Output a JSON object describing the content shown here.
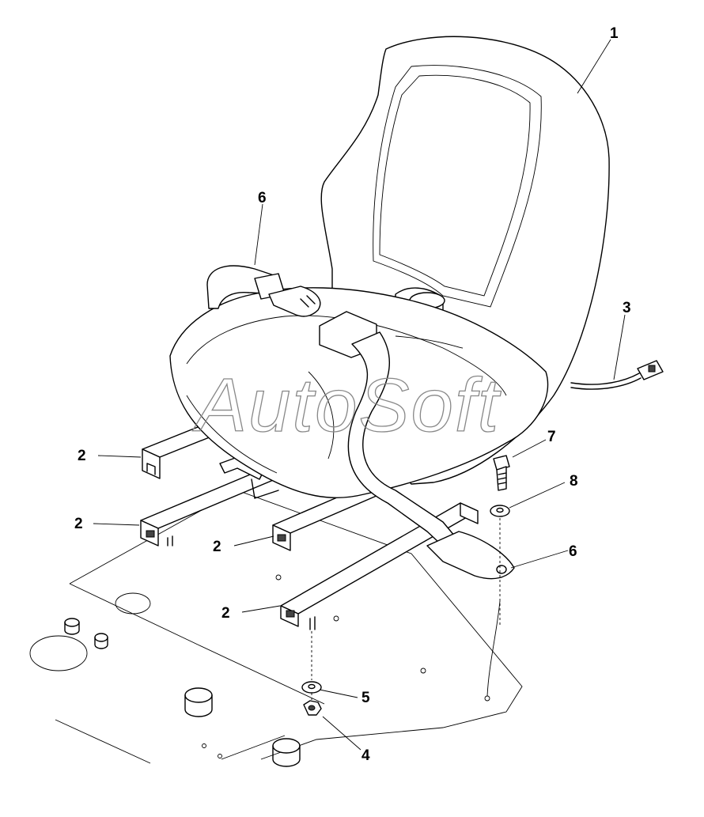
{
  "watermark": "AutoSoft",
  "callouts": {
    "c1": "1",
    "c2a": "2",
    "c2b": "2",
    "c2c": "2",
    "c2d": "2",
    "c3": "3",
    "c4": "4",
    "c5": "5",
    "c6a": "6",
    "c6b": "6",
    "c7": "7",
    "c8": "8"
  }
}
